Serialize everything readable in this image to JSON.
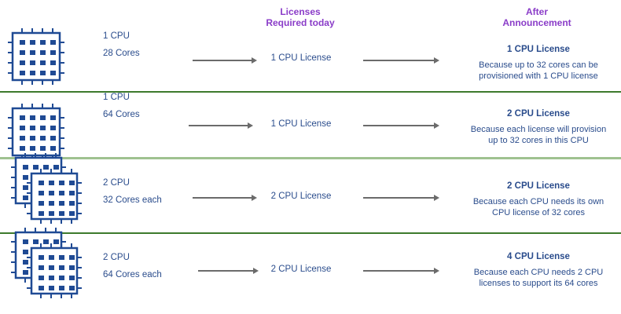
{
  "header": {
    "today": [
      "Licenses",
      "Required today"
    ],
    "after": [
      "After",
      "Announcement"
    ]
  },
  "colors": {
    "text": "#2a4c8c",
    "header": "#8a3cc8",
    "divider": "#3d7a2c",
    "chip": "#1f4a94"
  },
  "rows": [
    {
      "icon": "single-cpu-icon",
      "cpu": "1 CPU",
      "cores": "28 Cores",
      "today": "1 CPU License",
      "after_title": "1 CPU License",
      "after_desc": "Because up to 32 cores can be provisioned with 1 CPU license"
    },
    {
      "icon": "single-cpu-icon",
      "cpu": "1 CPU",
      "cores": "64 Cores",
      "today": "1 CPU License",
      "after_title": "2 CPU License",
      "after_desc": "Because each license will provision up to 32 cores in this CPU"
    },
    {
      "icon": "dual-cpu-icon",
      "cpu": "2 CPU",
      "cores": "32 Cores each",
      "today": "2 CPU License",
      "after_title": "2 CPU License",
      "after_desc": "Because each CPU needs its own CPU license of 32 cores"
    },
    {
      "icon": "dual-cpu-icon",
      "cpu": "2 CPU",
      "cores": "64 Cores each",
      "today": "2 CPU License",
      "after_title": "4 CPU License",
      "after_desc": "Because each CPU needs 2 CPU licenses to support its 64 cores"
    }
  ]
}
